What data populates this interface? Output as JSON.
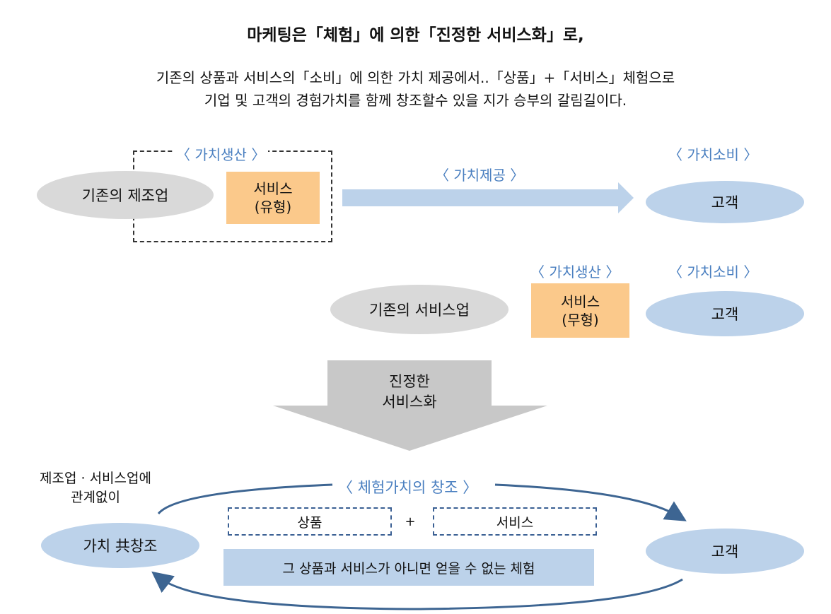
{
  "title": "마케팅은「체험」에 의한「진정한 서비스화」로,",
  "subtitle_line1": "기존의 상품과 서비스의「소비」에 의한 가치 제공에서..「상품」+「서비스」체험으로",
  "subtitle_line2": "기업 및 고객의 경험가치를 함께 창조할수 있을 지가 승부의 갈림길이다.",
  "row1": {
    "production_label": "〈 가치생산 〉",
    "provider": "기존의 제조업",
    "service_line1": "서비스",
    "service_line2": "(유형)",
    "provision_label": "〈 가치제공 〉",
    "consumption_label": "〈 가치소비 〉",
    "customer": "고객"
  },
  "row2": {
    "production_label": "〈 가치생산 〉",
    "consumption_label": "〈 가치소비 〉",
    "provider": "기존의 서비스업",
    "service_line1": "서비스",
    "service_line2": "(무형)",
    "customer": "고객"
  },
  "transition": {
    "line1": "진정한",
    "line2": "서비스화"
  },
  "row3": {
    "note_line1": "제조업 · 서비스업에",
    "note_line2": "관계없이",
    "cocreation": "가치 共창조",
    "experience_label": "〈 체험가치의 창조 〉",
    "product": "상품",
    "plus": "+",
    "service": "서비스",
    "experience": "그 상품과 서비스가 아니면 얻을 수 없는 체험",
    "customer": "고객"
  },
  "colors": {
    "gray_ellipse": "#d9d9d9",
    "blue_ellipse": "#bcd2ea",
    "orange_box": "#fbc98b",
    "label_blue": "#4a7fc0",
    "curve_blue": "#3d6592",
    "arrow_gray": "#c8c8c8"
  }
}
